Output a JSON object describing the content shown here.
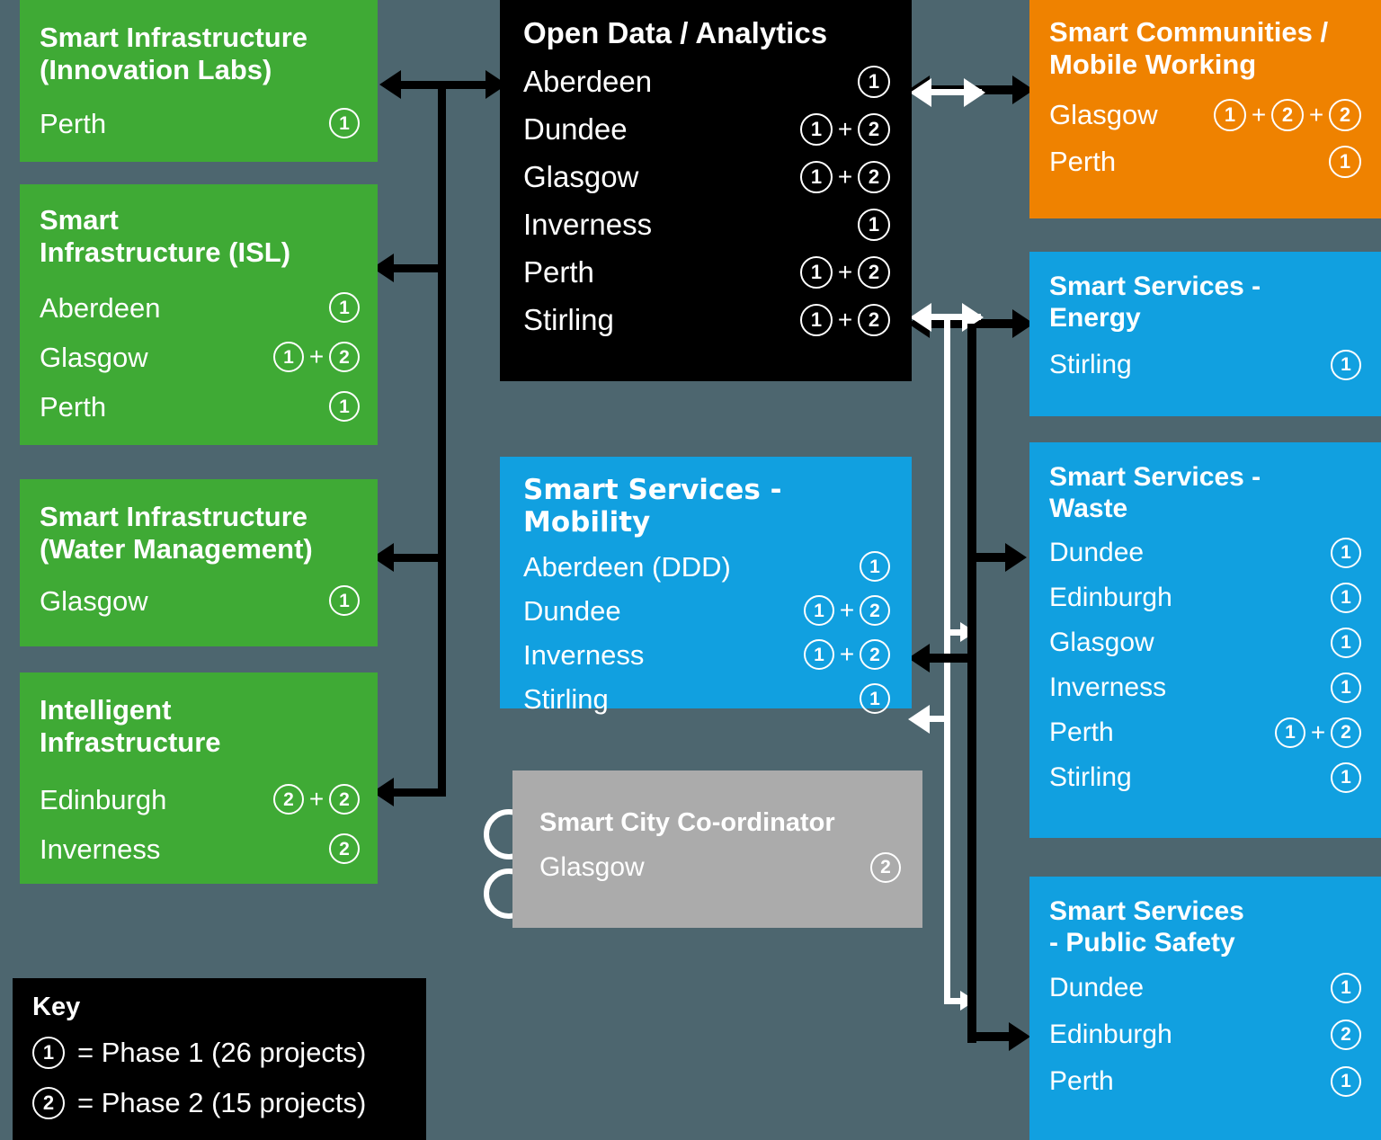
{
  "legend": {
    "title": "Key",
    "entries": [
      {
        "phase": "1",
        "text": "= Phase 1 (26 projects)"
      },
      {
        "phase": "2",
        "text": "= Phase 2 (15 projects)"
      }
    ]
  },
  "boxes": {
    "innovation_labs": {
      "title": "Smart Infrastructure\n(Innovation  Labs)",
      "color": "#3faa35",
      "rows": [
        {
          "city": "Perth",
          "phases": [
            "1"
          ]
        }
      ]
    },
    "isl": {
      "title": "Smart\nInfrastructure  (ISL)",
      "color": "#3faa35",
      "rows": [
        {
          "city": "Aberdeen",
          "phases": [
            "1"
          ]
        },
        {
          "city": "Glasgow",
          "phases": [
            "1",
            "2"
          ]
        },
        {
          "city": "Perth",
          "phases": [
            "1"
          ]
        }
      ]
    },
    "water": {
      "title": "Smart    Infrastructure\n(Water  Management)",
      "color": "#3faa35",
      "rows": [
        {
          "city": "Glasgow",
          "phases": [
            "1"
          ]
        }
      ]
    },
    "intelligent": {
      "title": "Intelligent\nInfrastructure",
      "color": "#3faa35",
      "rows": [
        {
          "city": "Edinburgh",
          "phases": [
            "2",
            "2"
          ]
        },
        {
          "city": "Inverness",
          "phases": [
            "2"
          ]
        }
      ]
    },
    "open_data": {
      "title": "Open Data / Analytics",
      "color": "#000000",
      "rows": [
        {
          "city": "Aberdeen",
          "phases": [
            "1"
          ]
        },
        {
          "city": "Dundee",
          "phases": [
            "1",
            "2"
          ]
        },
        {
          "city": "Glasgow",
          "phases": [
            "1",
            "2"
          ]
        },
        {
          "city": "Inverness",
          "phases": [
            "1"
          ]
        },
        {
          "city": "Perth",
          "phases": [
            "1",
            "2"
          ]
        },
        {
          "city": "Stirling",
          "phases": [
            "1",
            "2"
          ]
        }
      ]
    },
    "mobility": {
      "title": "Smart Services - Mobility",
      "color": "#11a0e0",
      "rows": [
        {
          "city": "Aberdeen (DDD)",
          "phases": [
            "1"
          ]
        },
        {
          "city": "Dundee",
          "phases": [
            "1",
            "2"
          ]
        },
        {
          "city": "Inverness",
          "phases": [
            "1",
            "2"
          ]
        },
        {
          "city": "Stirling",
          "phases": [
            "1"
          ]
        }
      ]
    },
    "coordinator": {
      "title": "Smart City Co-ordinator",
      "color": "#ababab",
      "rows": [
        {
          "city": "Glasgow",
          "phases": [
            "2"
          ]
        }
      ]
    },
    "communities": {
      "title": "Smart Communities /\nMobile Working",
      "color": "#ef8200",
      "rows": [
        {
          "city": "Glasgow",
          "phases": [
            "1",
            "2",
            "2"
          ]
        },
        {
          "city": "Perth",
          "phases": [
            "1"
          ]
        }
      ]
    },
    "energy": {
      "title": "Smart Services -\nEnergy",
      "color": "#11a0e0",
      "rows": [
        {
          "city": "Stirling",
          "phases": [
            "1"
          ]
        }
      ]
    },
    "waste": {
      "title": "Smart Services -\nWaste",
      "color": "#11a0e0",
      "rows": [
        {
          "city": "Dundee",
          "phases": [
            "1"
          ]
        },
        {
          "city": "Edinburgh",
          "phases": [
            "1"
          ]
        },
        {
          "city": "Glasgow",
          "phases": [
            "1"
          ]
        },
        {
          "city": "Inverness",
          "phases": [
            "1"
          ]
        },
        {
          "city": "Perth",
          "phases": [
            "1",
            "2"
          ]
        },
        {
          "city": "Stirling",
          "phases": [
            "1"
          ]
        }
      ]
    },
    "public_safety": {
      "title": "Smart Services\n- Public Safety",
      "color": "#11a0e0",
      "rows": [
        {
          "city": "Dundee",
          "phases": [
            "1"
          ]
        },
        {
          "city": "Edinburgh",
          "phases": [
            "2"
          ]
        },
        {
          "city": "Perth",
          "phases": [
            "1"
          ]
        }
      ]
    }
  },
  "palette": {
    "background": "#4d666f",
    "green": "#3faa35",
    "blue": "#11a0e0",
    "orange": "#ef8200",
    "black": "#000000",
    "grey": "#ababab",
    "connector_black": "#000000",
    "connector_white": "#ffffff"
  },
  "plus_symbol": "+"
}
